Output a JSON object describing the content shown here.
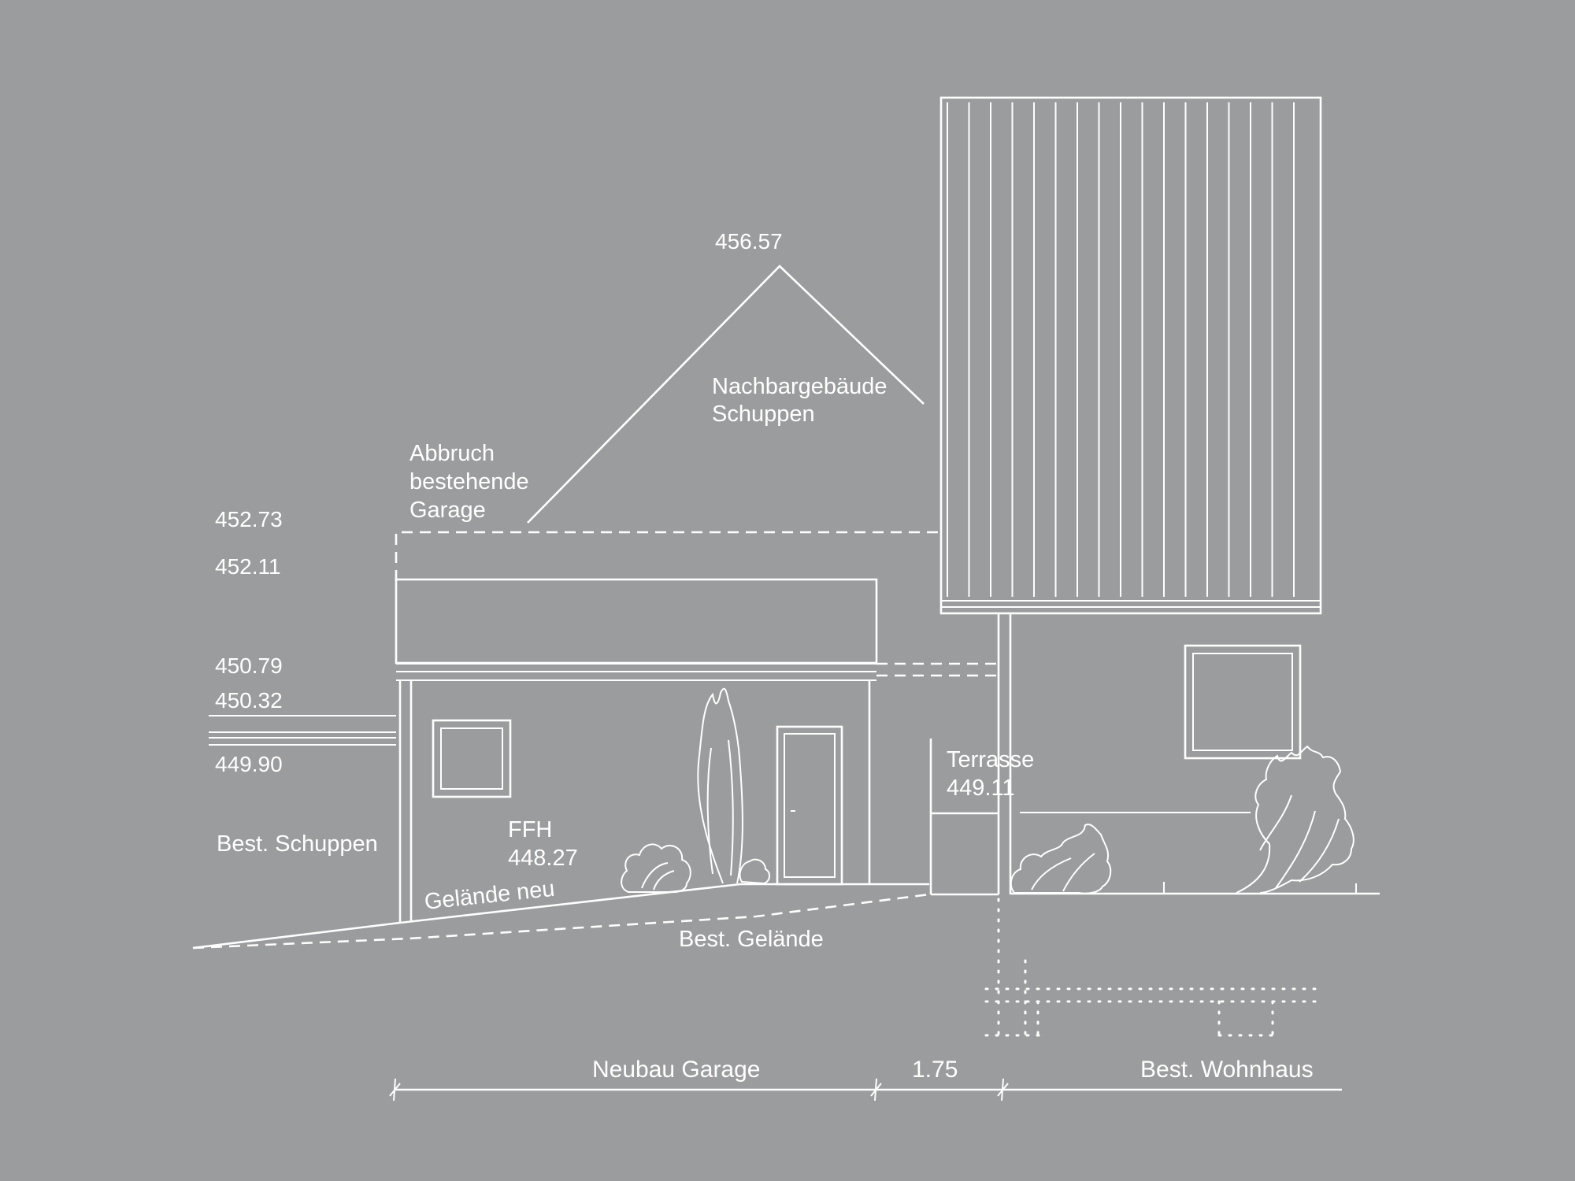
{
  "levels": {
    "roof_ridge": "456.57",
    "l1": "452.73",
    "l2": "452.11",
    "l3": "450.79",
    "l4": "450.32",
    "l5": "449.90"
  },
  "labels": {
    "neighbor_building_line1": "Nachbargebäude",
    "neighbor_building_line2": "Schuppen",
    "demolition_line1": "Abbruch",
    "demolition_line2": "bestehende",
    "demolition_line3": "Garage",
    "existing_shed": "Best. Schuppen",
    "ffh_label": "FFH",
    "ffh_value": "448.27",
    "terrace_label": "Terrasse",
    "terrace_value": "449.11",
    "terrain_new": "Gelände neu",
    "terrain_existing": "Best. Gelände"
  },
  "dimensions": {
    "new_garage": "Neubau Garage",
    "gap": "1.75",
    "existing_house": "Best. Wohnhaus"
  },
  "colors": {
    "background": "#9b9c9d",
    "linework": "#ffffff"
  }
}
